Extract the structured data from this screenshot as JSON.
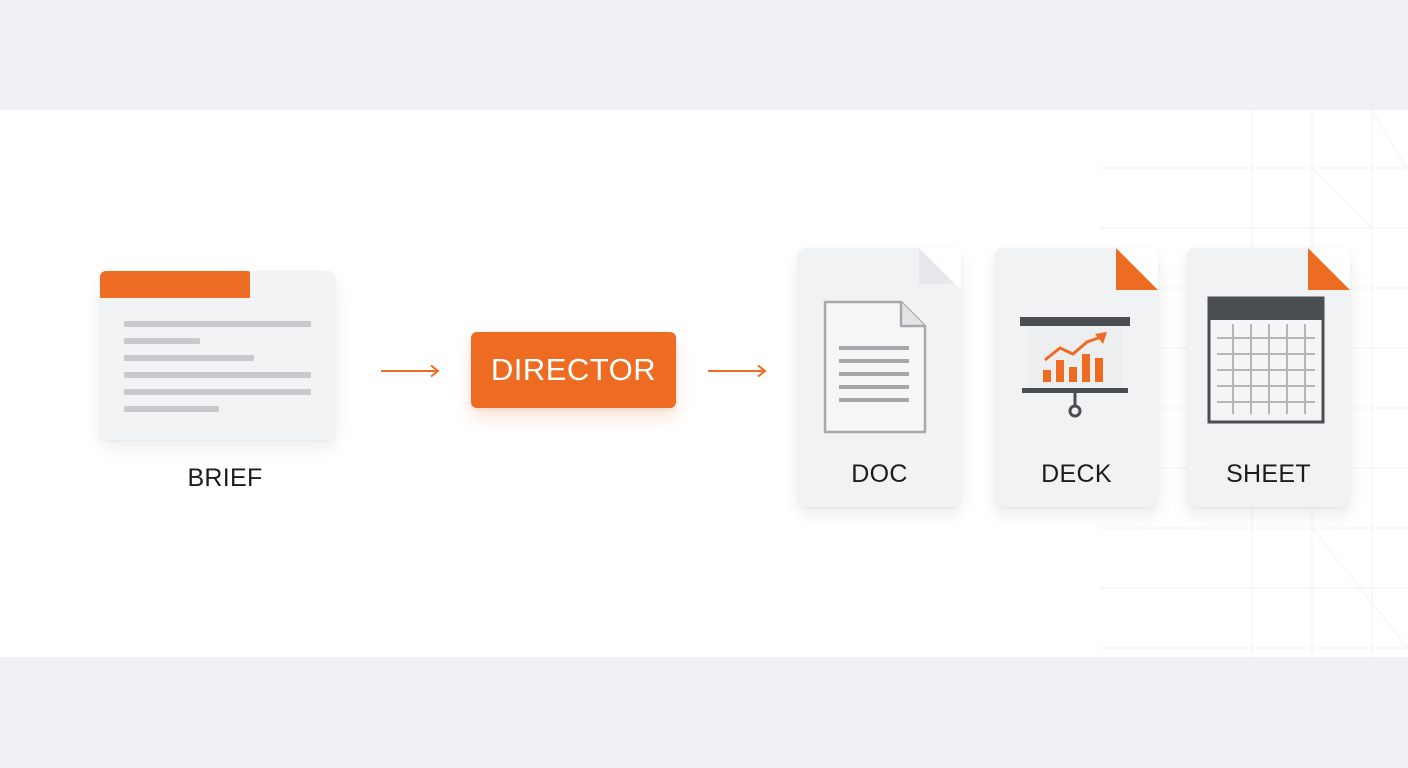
{
  "diagram": {
    "nodes": {
      "brief": {
        "label": "BRIEF"
      },
      "director": {
        "label": "DIRECTOR"
      },
      "outputs": [
        {
          "id": "doc",
          "label": "DOC",
          "icon": "document-icon"
        },
        {
          "id": "deck",
          "label": "DECK",
          "icon": "presentation-chart-icon"
        },
        {
          "id": "sheet",
          "label": "SHEET",
          "icon": "spreadsheet-icon"
        }
      ]
    },
    "edges": [
      {
        "from": "brief",
        "to": "director"
      },
      {
        "from": "director",
        "to": "outputs"
      }
    ],
    "colors": {
      "accent": "#ee6b22",
      "card": "#f1f2f4",
      "line": "#c7c9cd",
      "text": "#1c1c1c",
      "icon_dark": "#4a4d52"
    }
  }
}
